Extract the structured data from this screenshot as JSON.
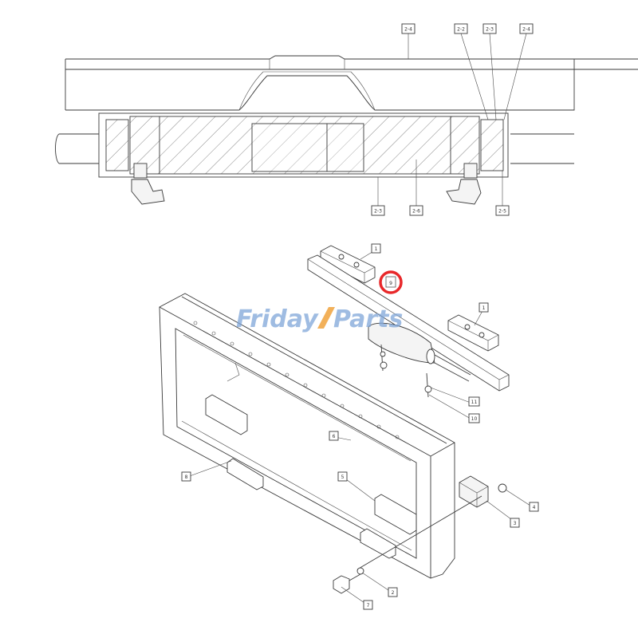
{
  "watermark": {
    "brand_part1": "Friday",
    "brand_part2": "Parts",
    "color": "#7fa6d8",
    "accent_color": "#f0a23c"
  },
  "highlight": {
    "label": "9",
    "ring_color": "#e8282a"
  },
  "top_view_callouts": [
    {
      "id": "top-1",
      "text": "2-4"
    },
    {
      "id": "top-2",
      "text": "2-2"
    },
    {
      "id": "top-3",
      "text": "2-3"
    },
    {
      "id": "top-4",
      "text": "2-4"
    },
    {
      "id": "top-5",
      "text": "2-3"
    },
    {
      "id": "top-6",
      "text": "2-6"
    },
    {
      "id": "top-7",
      "text": "2-5"
    }
  ],
  "exploded_callouts": [
    {
      "id": "n1",
      "text": "1"
    },
    {
      "id": "n2",
      "text": "1"
    },
    {
      "id": "n3",
      "text": "11"
    },
    {
      "id": "n4",
      "text": "10"
    },
    {
      "id": "n5",
      "text": "6"
    },
    {
      "id": "n6",
      "text": "8"
    },
    {
      "id": "n7",
      "text": "5"
    },
    {
      "id": "n8",
      "text": "4"
    },
    {
      "id": "n9",
      "text": "3"
    },
    {
      "id": "n10",
      "text": "2"
    },
    {
      "id": "n11",
      "text": "7"
    }
  ]
}
